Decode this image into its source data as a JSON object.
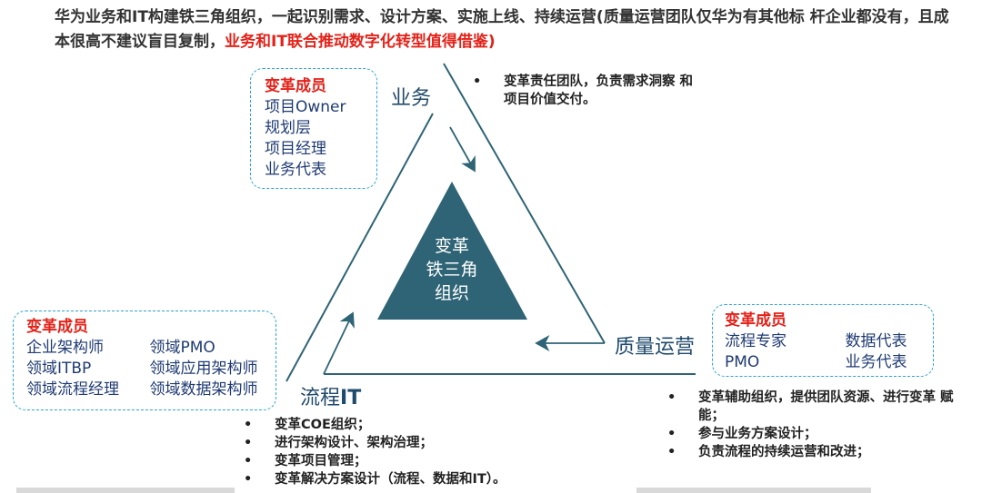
{
  "headline": {
    "part1": "华为业务和IT构建铁三角组织，一起识别需求、设计方案、实施上线、持续运营(质量运营团队仅华为有其他标 杆企业都没有，且成本很高不建议盲目复制，",
    "part2": "业务和IT联合推动数字化转型值得借鉴)"
  },
  "center": {
    "line1": "变革",
    "line2": "铁三角",
    "line3": "组织"
  },
  "corners": {
    "business": "业务",
    "process_it_prefix": "流程",
    "process_it_suffix": "IT",
    "quality_ops": "质量运营"
  },
  "business_box": {
    "title": "变革成员",
    "members": [
      "项目Owner",
      "规划层",
      "项目经理",
      "业务代表"
    ]
  },
  "process_box": {
    "title": "变革成员",
    "members": [
      "企业架构师",
      "领域PMO",
      "领域ITBP",
      "领域应用架构师",
      "领域流程经理",
      "领域数据架构师"
    ]
  },
  "quality_box": {
    "title": "变革成员",
    "members": [
      "流程专家",
      "数据代表",
      "PMO",
      "业务代表"
    ]
  },
  "business_notes": [
    "变革责任团队，负责需求洞察 和项目价值交付。"
  ],
  "process_notes": [
    "变革COE组织；",
    "进行架构设计、架构治理；",
    "变革项目管理；",
    "变革解决方案设计（流程、数据和IT）。"
  ],
  "quality_notes": [
    "变革辅助组织，提供团队资源、进行变革 赋能；",
    "参与业务方案设计；",
    "负责流程的持续运营和改进；"
  ],
  "colors": {
    "accent_red": "#e32219",
    "teal": "#2e6475",
    "dashed_blue": "#2aa3d8",
    "navy": "#1f3b73"
  }
}
